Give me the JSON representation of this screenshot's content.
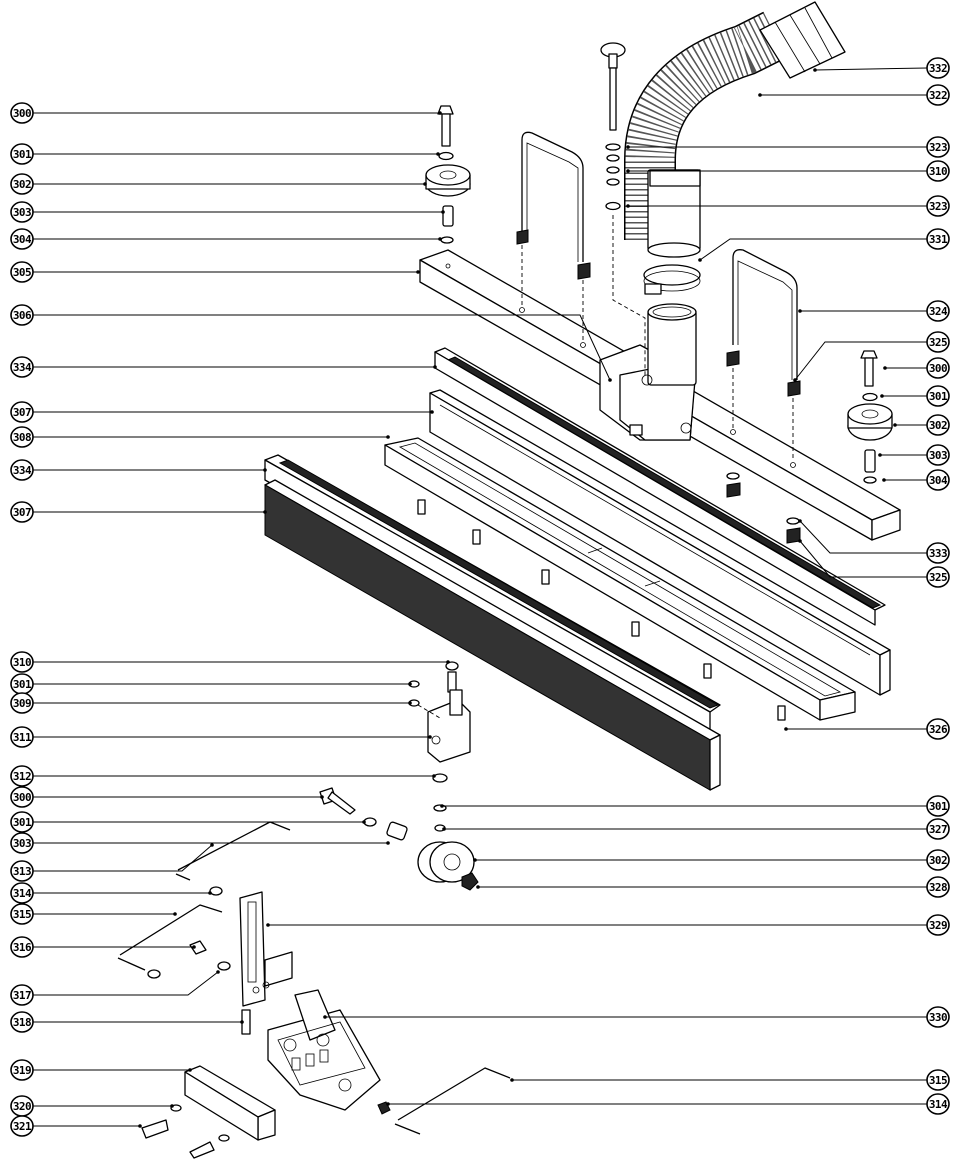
{
  "callouts": [
    {
      "id": "c332a",
      "label": "332"
    },
    {
      "id": "c322",
      "label": "322"
    },
    {
      "id": "c323a",
      "label": "323"
    },
    {
      "id": "c310a",
      "label": "310"
    },
    {
      "id": "c323b",
      "label": "323"
    },
    {
      "id": "c331",
      "label": "331"
    },
    {
      "id": "c324",
      "label": "324"
    },
    {
      "id": "c325a",
      "label": "325"
    },
    {
      "id": "c300a",
      "label": "300"
    },
    {
      "id": "c301a",
      "label": "301"
    },
    {
      "id": "c302a",
      "label": "302"
    },
    {
      "id": "c303a",
      "label": "303"
    },
    {
      "id": "c304a",
      "label": "304"
    },
    {
      "id": "c305",
      "label": "305"
    },
    {
      "id": "c306",
      "label": "306"
    },
    {
      "id": "c334a",
      "label": "334"
    },
    {
      "id": "c307a",
      "label": "307"
    },
    {
      "id": "c308",
      "label": "308"
    },
    {
      "id": "c334b",
      "label": "334"
    },
    {
      "id": "c307b",
      "label": "307"
    },
    {
      "id": "c300b",
      "label": "300"
    },
    {
      "id": "c301b",
      "label": "301"
    },
    {
      "id": "c302b",
      "label": "302"
    },
    {
      "id": "c303b",
      "label": "303"
    },
    {
      "id": "c304b",
      "label": "304"
    },
    {
      "id": "c333",
      "label": "333"
    },
    {
      "id": "c325b",
      "label": "325"
    },
    {
      "id": "c326",
      "label": "326"
    },
    {
      "id": "c310b",
      "label": "310"
    },
    {
      "id": "c301c",
      "label": "301"
    },
    {
      "id": "c309",
      "label": "309"
    },
    {
      "id": "c311",
      "label": "311"
    },
    {
      "id": "c312",
      "label": "312"
    },
    {
      "id": "c300c",
      "label": "300"
    },
    {
      "id": "c301d",
      "label": "301"
    },
    {
      "id": "c303c",
      "label": "303"
    },
    {
      "id": "c313",
      "label": "313"
    },
    {
      "id": "c314a",
      "label": "314"
    },
    {
      "id": "c315a",
      "label": "315"
    },
    {
      "id": "c316",
      "label": "316"
    },
    {
      "id": "c317",
      "label": "317"
    },
    {
      "id": "c318",
      "label": "318"
    },
    {
      "id": "c319",
      "label": "319"
    },
    {
      "id": "c320",
      "label": "320"
    },
    {
      "id": "c321",
      "label": "321"
    },
    {
      "id": "c301e",
      "label": "301"
    },
    {
      "id": "c327",
      "label": "327"
    },
    {
      "id": "c302c",
      "label": "302"
    },
    {
      "id": "c328",
      "label": "328"
    },
    {
      "id": "c329",
      "label": "329"
    },
    {
      "id": "c330",
      "label": "330"
    },
    {
      "id": "c315b",
      "label": "315"
    },
    {
      "id": "c314b",
      "label": "314"
    }
  ]
}
